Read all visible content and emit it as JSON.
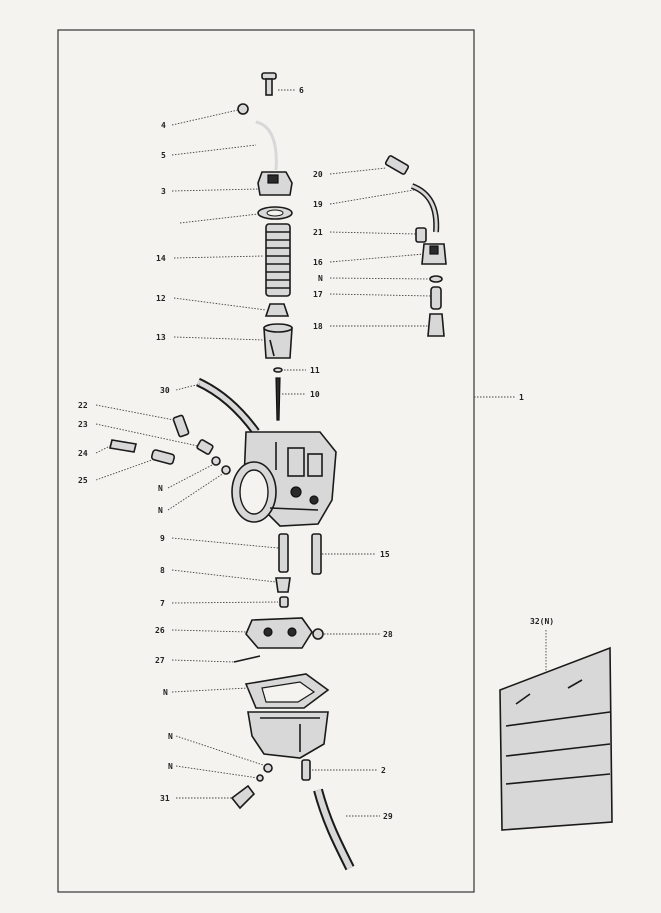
{
  "labels": {
    "p1": "1",
    "p2": "2",
    "p3": "3",
    "p4": "4",
    "p5": "5",
    "p6": "6",
    "p7": "7",
    "p8": "8",
    "p9": "9",
    "p10": "10",
    "p11": "11",
    "p12": "12",
    "p13": "13",
    "p14": "14",
    "p15": "15",
    "p16": "16",
    "p17": "17",
    "p18": "18",
    "p19": "19",
    "p20": "20",
    "p21": "21",
    "p22": "22",
    "p23": "23",
    "p24": "24",
    "p25": "25",
    "p26": "26",
    "p27": "27",
    "p28": "28",
    "p29": "29",
    "p30": "30",
    "p31": "31",
    "p32": "32(N)",
    "n": "N"
  }
}
